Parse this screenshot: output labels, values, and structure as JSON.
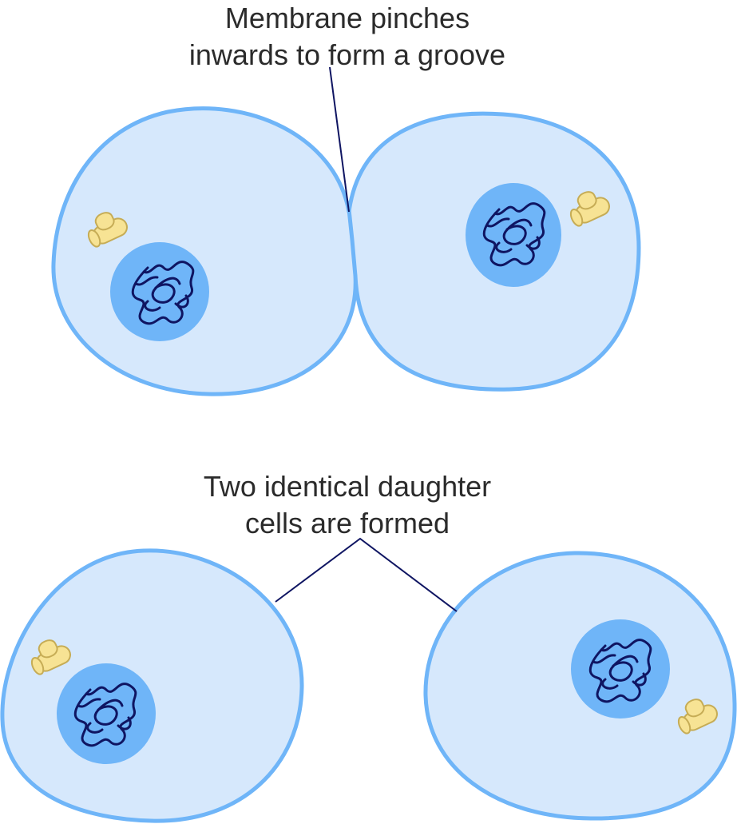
{
  "labels": {
    "top": {
      "line1": "Membrane pinches",
      "line2": "inwards to form a groove"
    },
    "bottom": {
      "line1": "Two identical daughter",
      "line2": "cells are formed"
    }
  },
  "colors": {
    "cytoplasm": "#d6e8fc",
    "membrane": "#6fb5f8",
    "nucleus": "#6fb5f8",
    "chromatin": "#0f1562",
    "mitochondrion": "#f7e394",
    "mitochondrion_outline": "#c6ac55",
    "leader_line": "#0f1562",
    "text": "#2b2b2b"
  }
}
